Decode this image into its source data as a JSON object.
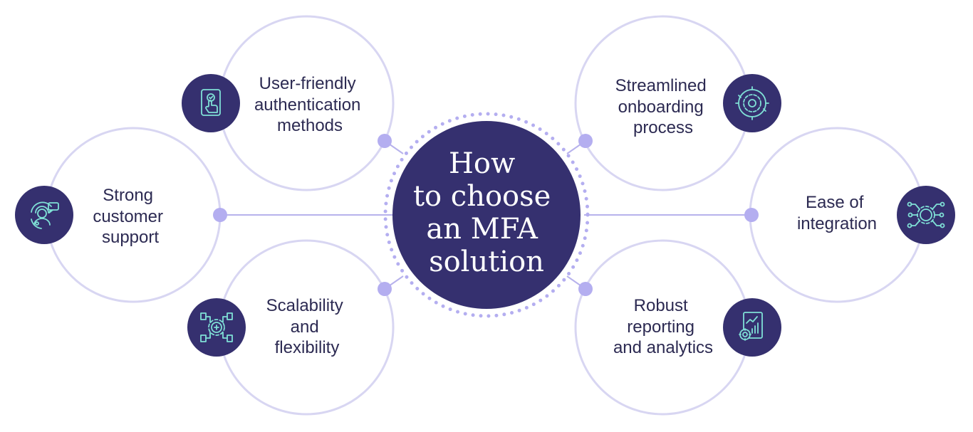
{
  "diagram": {
    "center": {
      "title_lines": [
        "How",
        "to choose",
        "an MFA",
        "solution"
      ]
    },
    "items": [
      {
        "id": "user-friendly",
        "lines": [
          "User-friendly",
          "authentication",
          "methods"
        ],
        "icon": "touch-tablet-icon"
      },
      {
        "id": "customer-support",
        "lines": [
          "Strong",
          "customer",
          "support"
        ],
        "icon": "support-agent-icon"
      },
      {
        "id": "scalability",
        "lines": [
          "Scalability",
          "and",
          "flexibility"
        ],
        "icon": "network-gear-icon"
      },
      {
        "id": "onboarding",
        "lines": [
          "Streamlined",
          "onboarding",
          "process"
        ],
        "icon": "target-gear-icon"
      },
      {
        "id": "integration",
        "lines": [
          "Ease of",
          "integration"
        ],
        "icon": "gear-network-icon"
      },
      {
        "id": "reporting",
        "lines": [
          "Robust",
          "reporting",
          "and analytics"
        ],
        "icon": "report-chart-icon"
      }
    ],
    "colors": {
      "primary": "#35306f",
      "ring": "#d8d6f2",
      "connector": "#b7b2ec",
      "dot": "#b4aef0",
      "text": "#2c2a52",
      "icon_stroke": "#7fe0d6",
      "center_text": "#ffffff"
    }
  }
}
